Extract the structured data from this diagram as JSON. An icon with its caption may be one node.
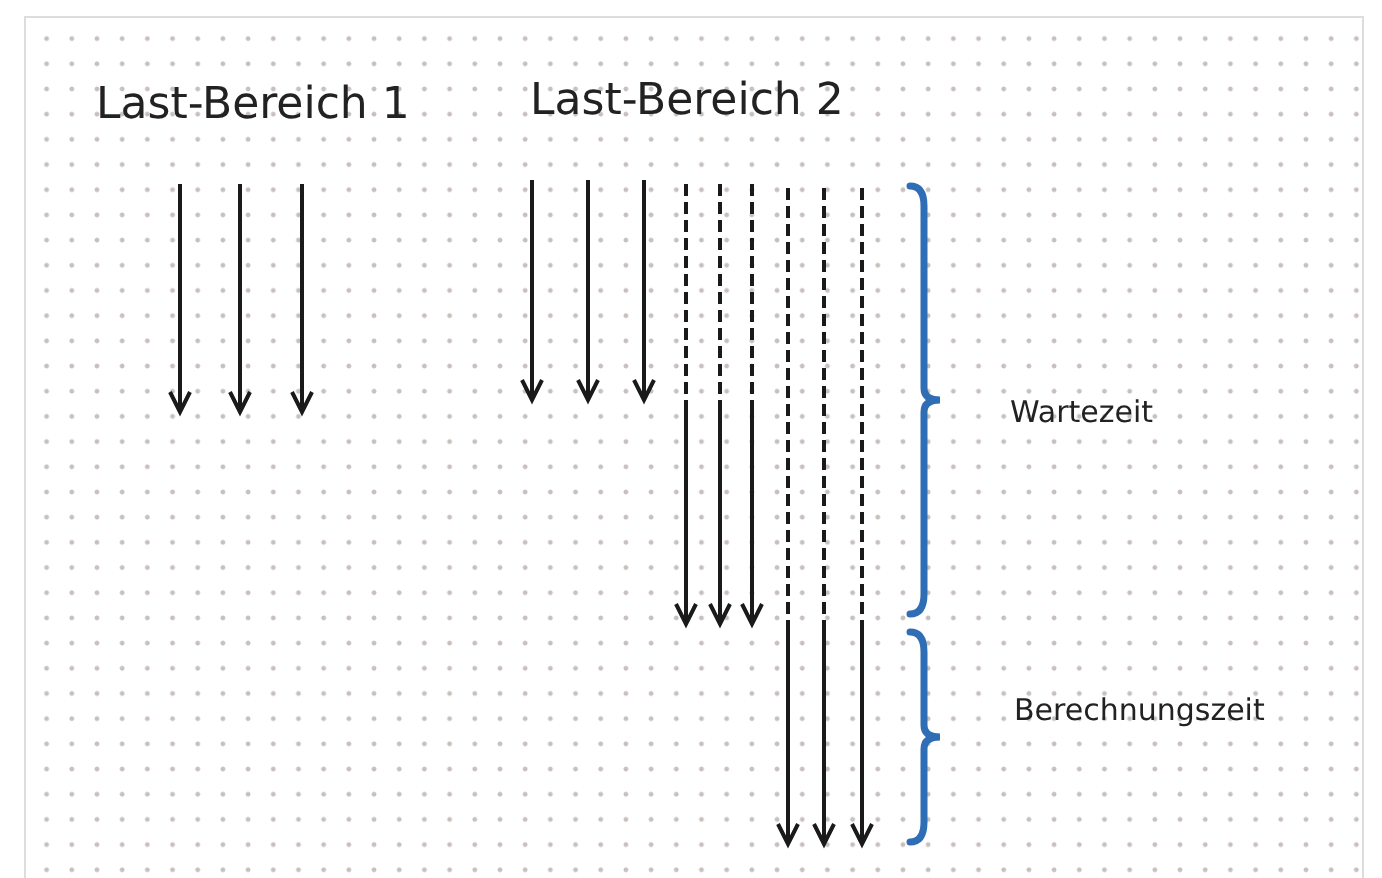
{
  "diagram": {
    "labels": [
      "Last-Bereich 1",
      "Last-Bereich 2",
      "Wartezeit",
      "Berechnungszeit"
    ]
  }
}
